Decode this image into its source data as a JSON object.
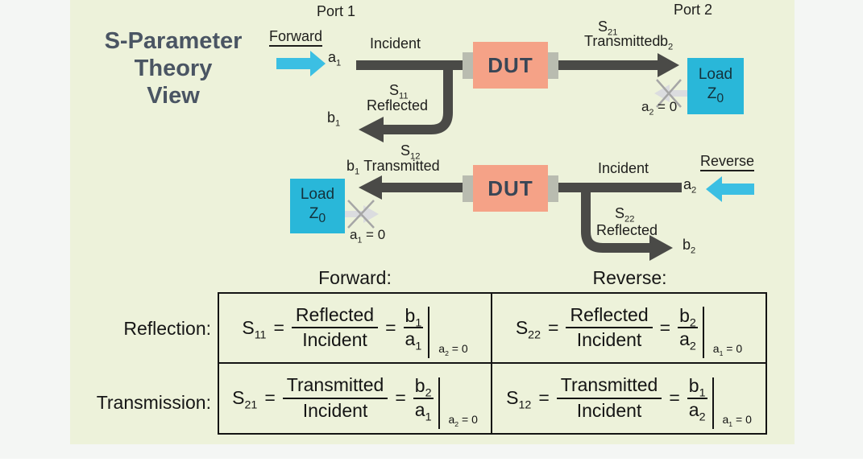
{
  "title": {
    "lines": [
      "S-Parameter",
      "Theory",
      "View"
    ]
  },
  "ports": {
    "port1": "Port 1",
    "port2": "Port 2"
  },
  "forward_flow": {
    "direction_label": "Forward",
    "a1": {
      "base": "a",
      "sub": "1"
    },
    "incident_label": "Incident",
    "dut_label": "DUT",
    "s21": {
      "base": "S",
      "sub": "21"
    },
    "transmitted_label": "Transmitted",
    "b2": {
      "base": "b",
      "sub": "2"
    },
    "s11": {
      "base": "S",
      "sub": "11"
    },
    "reflected_label": "Reflected",
    "b1": {
      "base": "b",
      "sub": "1"
    },
    "load": {
      "label": "Load",
      "z_base": "Z",
      "z_sub": "0"
    },
    "termination": {
      "base": "a",
      "sub": "2",
      "rest": " = 0"
    }
  },
  "reverse_flow": {
    "direction_label": "Reverse",
    "s12": {
      "base": "S",
      "sub": "12"
    },
    "b1": {
      "base": "b",
      "sub": "1"
    },
    "transmitted_label": "Transmitted",
    "dut_label": "DUT",
    "incident_label": "Incident",
    "a2": {
      "base": "a",
      "sub": "2"
    },
    "s22": {
      "base": "S",
      "sub": "22"
    },
    "reflected_label": "Reflected",
    "b2": {
      "base": "b",
      "sub": "2"
    },
    "load": {
      "label": "Load",
      "z_base": "Z",
      "z_sub": "0"
    },
    "termination": {
      "base": "a",
      "sub": "1",
      "rest": " = 0"
    }
  },
  "equations": {
    "forward_header": "Forward:",
    "reverse_header": "Reverse:",
    "reflection_label": "Reflection:",
    "transmission_label": "Transmission:",
    "equals": "=",
    "cells": [
      {
        "s_base": "S",
        "s_sub": "11",
        "num": "Reflected",
        "den": "Incident",
        "rnum_base": "b",
        "rnum_sub": "1",
        "rden_base": "a",
        "rden_sub": "1",
        "cond_base": "a",
        "cond_sub": "2",
        "cond_rest": " = 0"
      },
      {
        "s_base": "S",
        "s_sub": "22",
        "num": "Reflected",
        "den": "Incident",
        "rnum_base": "b",
        "rnum_sub": "2",
        "rden_base": "a",
        "rden_sub": "2",
        "cond_base": "a",
        "cond_sub": "1",
        "cond_rest": " = 0"
      },
      {
        "s_base": "S",
        "s_sub": "21",
        "num": "Transmitted",
        "den": "Incident",
        "rnum_base": "b",
        "rnum_sub": "2",
        "rden_base": "a",
        "rden_sub": "1",
        "cond_base": "a",
        "cond_sub": "2",
        "cond_rest": " = 0"
      },
      {
        "s_base": "S",
        "s_sub": "12",
        "num": "Transmitted",
        "den": "Incident",
        "rnum_base": "b",
        "rnum_sub": "1",
        "rden_base": "a",
        "rden_sub": "2",
        "cond_base": "a",
        "cond_sub": "1",
        "cond_rest": " = 0"
      }
    ]
  },
  "colors": {
    "panel_bg": "#edf2da",
    "surround_bg": "#f4f6f4",
    "signal_line": "#4a4a47",
    "accent_cyan": "#3bbfe3",
    "load_cyan": "#29b7d9",
    "dut_salmon": "#f5a287",
    "connector_gray": "#b9bcb0",
    "title_slate": "#4a5563",
    "muted_arrow": "#dbdcdf",
    "muted_x": "#a6a6a6",
    "text_dark": "#1e1e1c"
  }
}
